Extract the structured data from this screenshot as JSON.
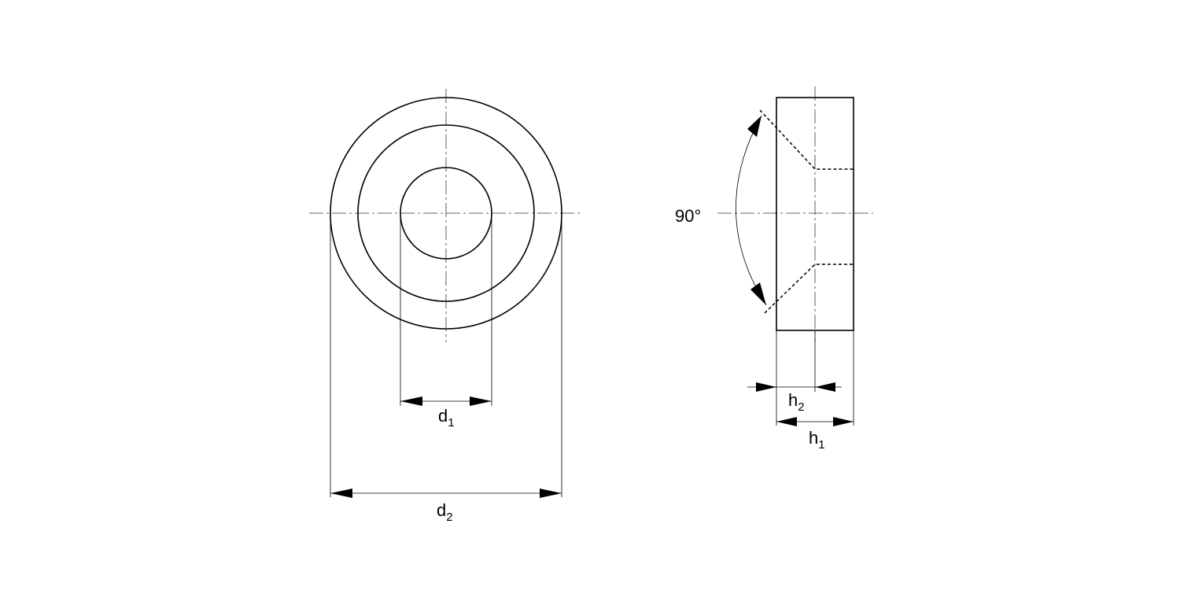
{
  "labels": {
    "d1": {
      "base": "d",
      "sub": "1"
    },
    "d2": {
      "base": "d",
      "sub": "2"
    },
    "h1": {
      "base": "h",
      "sub": "1"
    },
    "h2": {
      "base": "h",
      "sub": "2"
    },
    "angle": "90°"
  },
  "colors": {
    "line": "#000000",
    "background": "#ffffff"
  }
}
